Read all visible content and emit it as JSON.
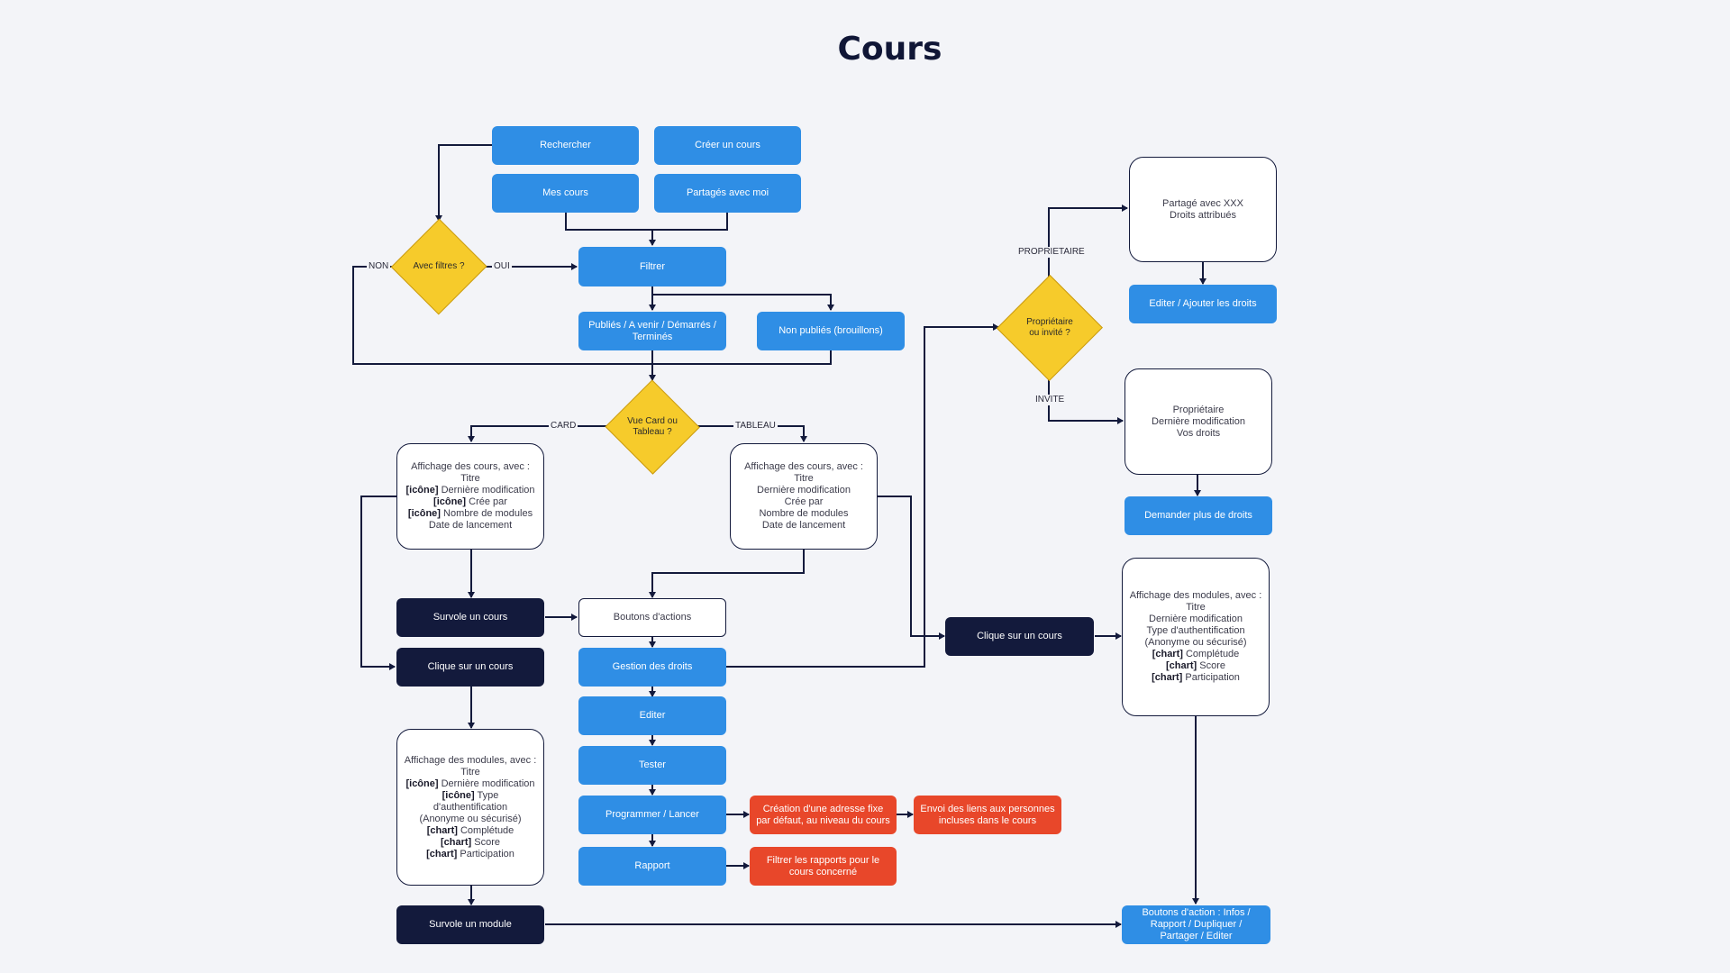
{
  "title": "Cours",
  "buttons": {
    "rechercher": "Rechercher",
    "creer": "Créer un cours",
    "mes_cours": "Mes cours",
    "partages": "Partagés avec moi",
    "filtrer": "Filtrer",
    "publies": "Publiés / A venir / Démarrés / Terminés",
    "non_publies": "Non publiés (brouillons)",
    "boutons_actions": "Boutons d'actions",
    "gestion_droits": "Gestion des droits",
    "editer": "Editer",
    "tester": "Tester",
    "programmer": "Programmer / Lancer",
    "rapport": "Rapport",
    "survole_cours": "Survole un cours",
    "clique_cours_left": "Clique sur un cours",
    "clique_cours_right": "Clique sur un cours",
    "survole_module": "Survole un module",
    "creation_adresse": "Création d'une adresse fixe par défaut, au niveau du cours",
    "envoi_liens": "Envoi des liens aux personnes incluses dans le cours",
    "filtrer_rapports": "Filtrer les rapports pour le cours concerné",
    "editer_droits": "Editer / Ajouter les droits",
    "demander_droits": "Demander plus de droits",
    "boutons_action_final": "Boutons d'action : Infos / Rapport / Dupliquer / Partager / Editer"
  },
  "decisions": {
    "filtres": "Avec filtres ?",
    "vue": "Vue Card ou Tableau ?",
    "proprietaire": "Propriétaire ou invité ?"
  },
  "edge_labels": {
    "non": "NON",
    "oui": "OUI",
    "card": "CARD",
    "tableau": "TABLEAU",
    "proprietaire": "PROPRIETAIRE",
    "invite": "INVITE"
  },
  "cards": {
    "card_view": [
      {
        "prefix": "",
        "text": "Affichage des cours, avec :"
      },
      {
        "prefix": "",
        "text": "Titre"
      },
      {
        "prefix": "[icône]",
        "text": " Dernière modification"
      },
      {
        "prefix": "[icône]",
        "text": " Crée par"
      },
      {
        "prefix": "[icône]",
        "text": " Nombre de modules"
      },
      {
        "prefix": "",
        "text": "Date de lancement"
      }
    ],
    "table_view": [
      {
        "prefix": "",
        "text": "Affichage des cours, avec :"
      },
      {
        "prefix": "",
        "text": "Titre"
      },
      {
        "prefix": "",
        "text": "Dernière modification"
      },
      {
        "prefix": "",
        "text": "Crée par"
      },
      {
        "prefix": "",
        "text": "Nombre de modules"
      },
      {
        "prefix": "",
        "text": "Date de lancement"
      }
    ],
    "modules_left": [
      {
        "prefix": "",
        "text": "Affichage des modules, avec :"
      },
      {
        "prefix": "",
        "text": "Titre"
      },
      {
        "prefix": "[icône]",
        "text": " Dernière modification"
      },
      {
        "prefix": "[icône]",
        "text": " Type"
      },
      {
        "prefix": "",
        "text": "d'authentification"
      },
      {
        "prefix": "",
        "text": "(Anonyme ou sécurisé)"
      },
      {
        "prefix": "[chart]",
        "text": " Complétude"
      },
      {
        "prefix": "[chart]",
        "text": " Score"
      },
      {
        "prefix": "[chart]",
        "text": " Participation"
      }
    ],
    "modules_right": [
      {
        "prefix": "",
        "text": "Affichage des modules, avec :"
      },
      {
        "prefix": "",
        "text": "Titre"
      },
      {
        "prefix": "",
        "text": "Dernière modification"
      },
      {
        "prefix": "",
        "text": "Type d'authentification"
      },
      {
        "prefix": "",
        "text": "(Anonyme ou sécurisé)"
      },
      {
        "prefix": "[chart]",
        "text": " Complétude"
      },
      {
        "prefix": "[chart]",
        "text": " Score"
      },
      {
        "prefix": "[chart]",
        "text": " Participation"
      }
    ],
    "partage": [
      {
        "prefix": "",
        "text": "Partagé avec XXX"
      },
      {
        "prefix": "",
        "text": "Droits attribués"
      }
    ],
    "proprietaire_info": [
      {
        "prefix": "",
        "text": "Propriétaire"
      },
      {
        "prefix": "",
        "text": "Dernière modification"
      },
      {
        "prefix": "",
        "text": "Vos droits"
      }
    ]
  },
  "colors": {
    "blue": "#2f8ee5",
    "navy": "#131a3c",
    "red": "#e8472a",
    "yellow": "#f6cb2b",
    "background": "#f3f4f8"
  }
}
